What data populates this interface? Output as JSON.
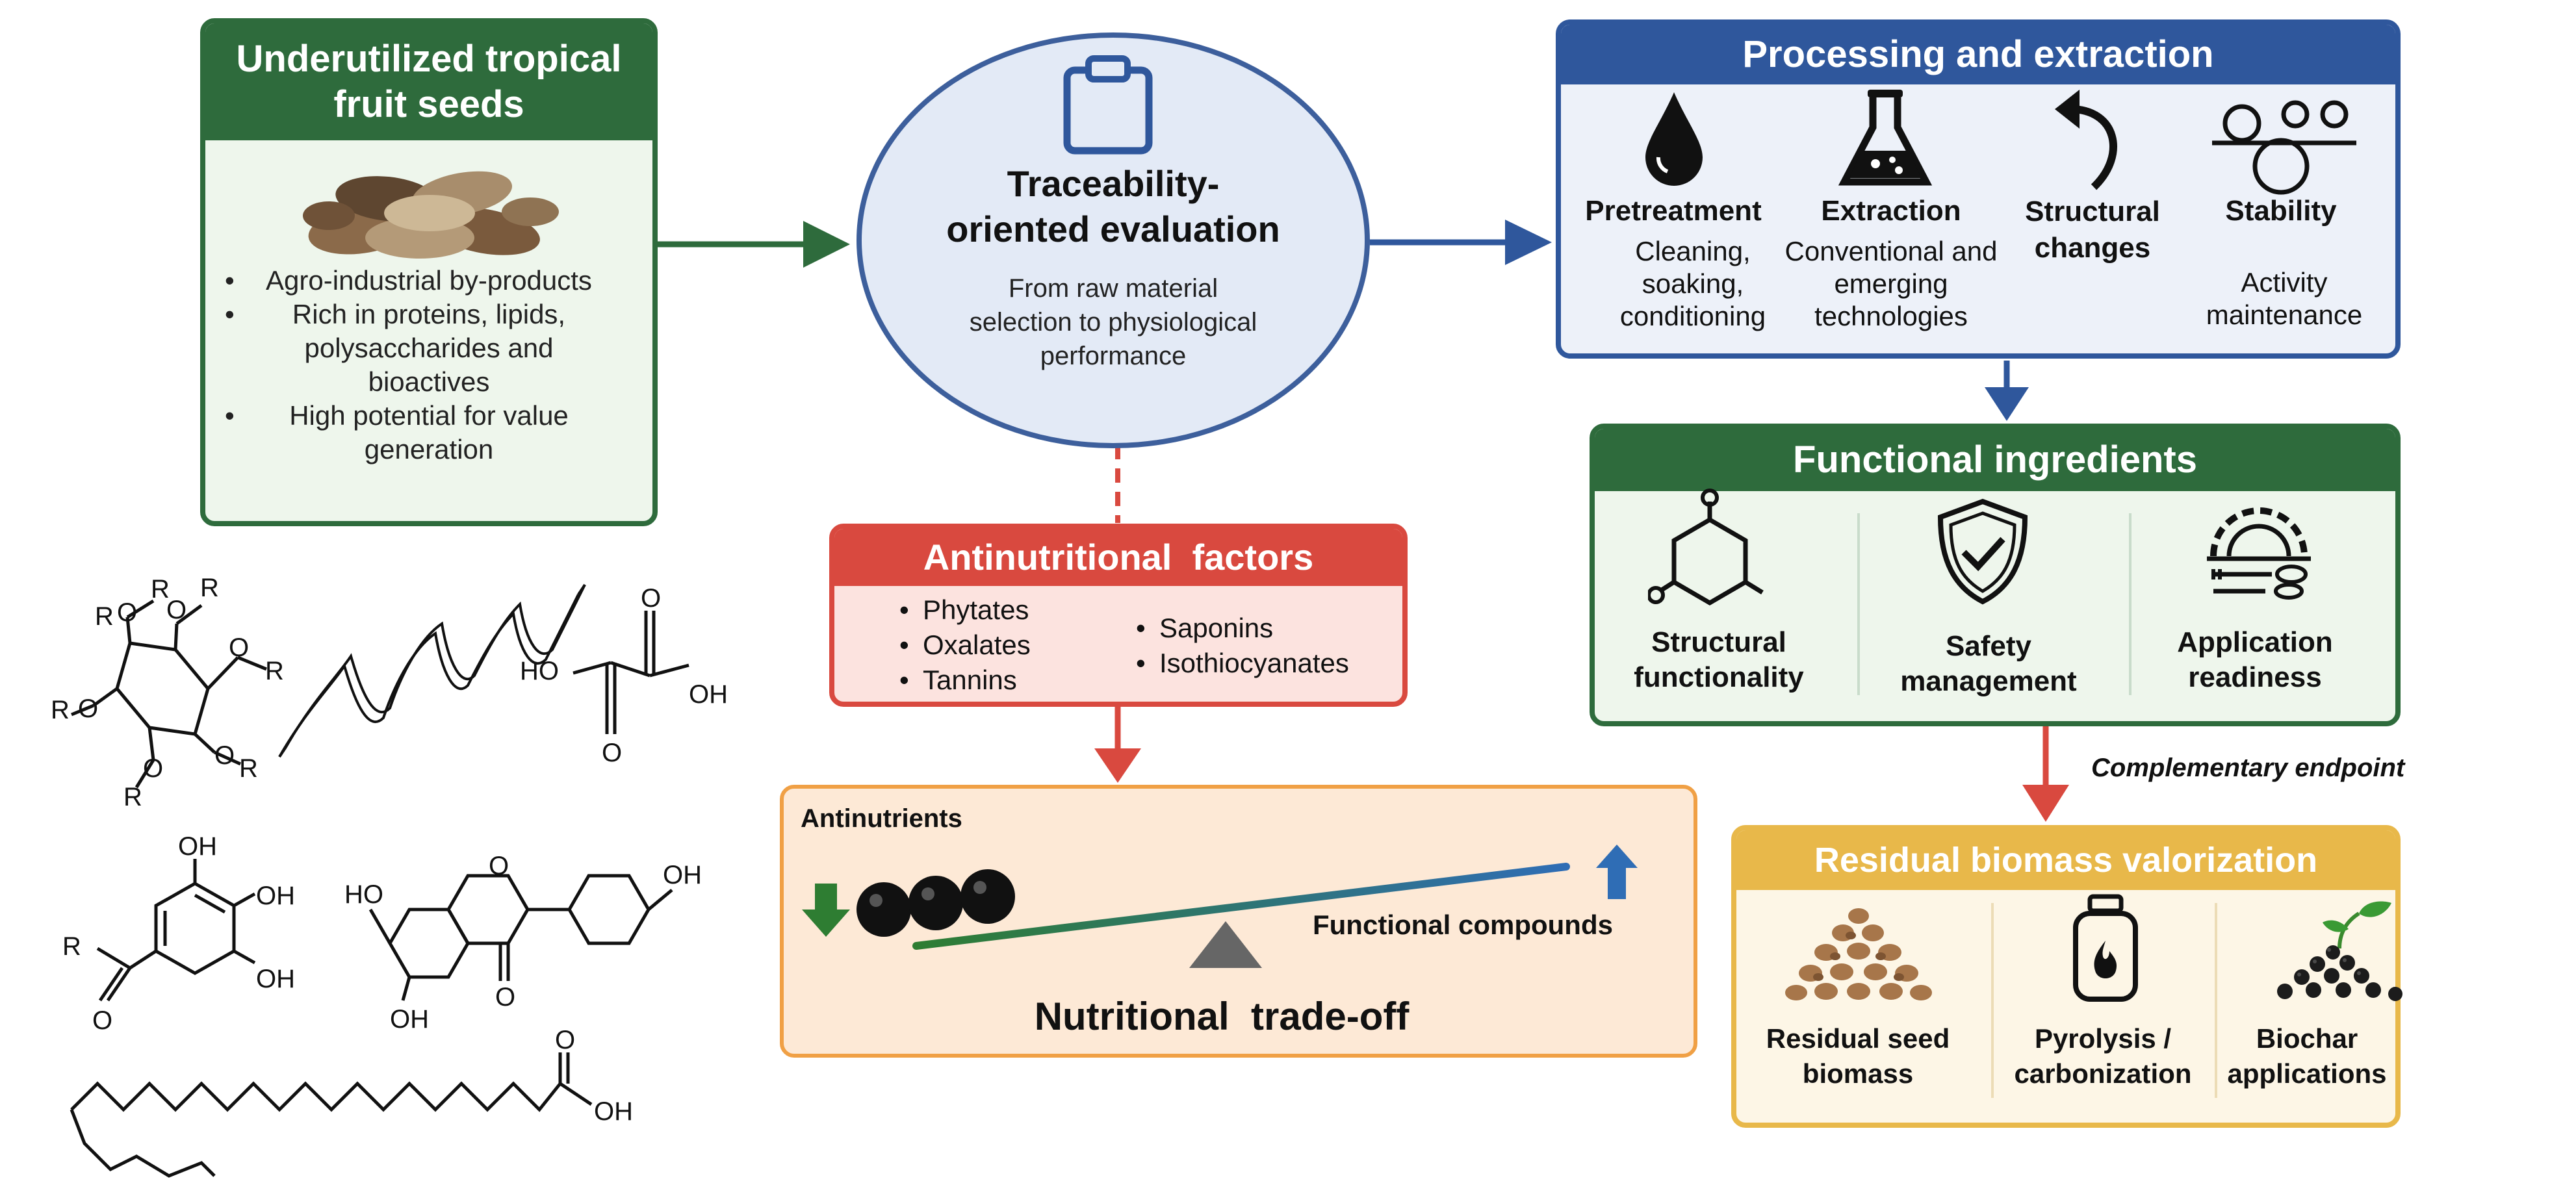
{
  "seeds": {
    "title": "Underutilized tropical fruit seeds",
    "bullets": [
      "Agro-industrial by-products",
      "Rich in proteins, lipids, polysaccharides and bioactives",
      "High potential for value generation"
    ]
  },
  "traceability": {
    "title": "Traceability-oriented evaluation",
    "subtitle": "From raw material selection to physiological performance"
  },
  "processing": {
    "title": "Processing and extraction",
    "steps": [
      {
        "label": "Pretreatment",
        "desc": "Cleaning, soaking, conditioning",
        "icon": "water-drop-icon"
      },
      {
        "label": "Extraction",
        "desc": "Conventional and emerging technologies",
        "icon": "flask-icon"
      },
      {
        "label": "Structural changes",
        "desc": "",
        "icon": "curved-arrow-icon"
      },
      {
        "label": "Stability",
        "desc": "Activity maintenance",
        "icon": "rollers-icon"
      }
    ]
  },
  "functional": {
    "title": "Functional ingredients",
    "items": [
      {
        "label": "Structural functionality",
        "icon": "molecule-icon"
      },
      {
        "label": "Safety management",
        "icon": "shield-check-icon"
      },
      {
        "label": "Application readiness",
        "icon": "gear-cutlery-icon"
      }
    ]
  },
  "antinutritional": {
    "title": "Antinutritional  factors",
    "col1": [
      "Phytates",
      "Oxalates",
      "Tannins"
    ],
    "col2": [
      "Saponins",
      "Isothiocyanates"
    ]
  },
  "tradeoff": {
    "antinutrients": "Antinutrients",
    "functional_compounds": "Functional compounds",
    "title": "Nutritional  trade-off"
  },
  "endpoint": {
    "label": "Complementary endpoint"
  },
  "residual": {
    "title": "Residual biomass valorization",
    "items": [
      {
        "label": "Residual seed biomass",
        "icon": "seed-pile-icon"
      },
      {
        "label": "Pyrolysis / carbonization",
        "icon": "reactor-flame-icon"
      },
      {
        "label": "Biochar applications",
        "icon": "biochar-sprout-icon"
      }
    ]
  },
  "molecules": {
    "r": "R",
    "o": "O",
    "oh": "OH",
    "ho": "HO"
  },
  "colors": {
    "green": "#2e6b3c",
    "blue": "#2f579c",
    "red": "#d9493f",
    "orange": "#f0a045",
    "yellow": "#e8b84a"
  }
}
